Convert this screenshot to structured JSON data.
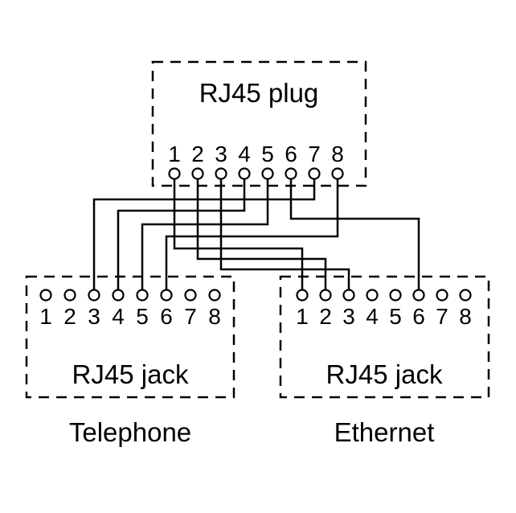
{
  "colors": {
    "background": "#ffffff",
    "line": "#000000"
  },
  "plug": {
    "label": "RJ45 plug",
    "pins": [
      "1",
      "2",
      "3",
      "4",
      "5",
      "6",
      "7",
      "8"
    ]
  },
  "jacks": [
    {
      "label": "RJ45 jack",
      "caption": "Telephone",
      "pins": [
        "1",
        "2",
        "3",
        "4",
        "5",
        "6",
        "7",
        "8"
      ]
    },
    {
      "label": "RJ45 jack",
      "caption": "Ethernet",
      "pins": [
        "1",
        "2",
        "3",
        "4",
        "5",
        "6",
        "7",
        "8"
      ]
    }
  ],
  "connections": [
    {
      "plug_pin": 1,
      "jack": "Ethernet",
      "jack_pin": 1
    },
    {
      "plug_pin": 2,
      "jack": "Ethernet",
      "jack_pin": 2
    },
    {
      "plug_pin": 3,
      "jack": "Ethernet",
      "jack_pin": 3
    },
    {
      "plug_pin": 4,
      "jack": "Telephone",
      "jack_pin": 4
    },
    {
      "plug_pin": 5,
      "jack": "Telephone",
      "jack_pin": 5
    },
    {
      "plug_pin": 6,
      "jack": "Ethernet",
      "jack_pin": 6
    },
    {
      "plug_pin": 7,
      "jack": "Telephone",
      "jack_pin": 3
    },
    {
      "plug_pin": 8,
      "jack": "Telephone",
      "jack_pin": 6
    }
  ]
}
